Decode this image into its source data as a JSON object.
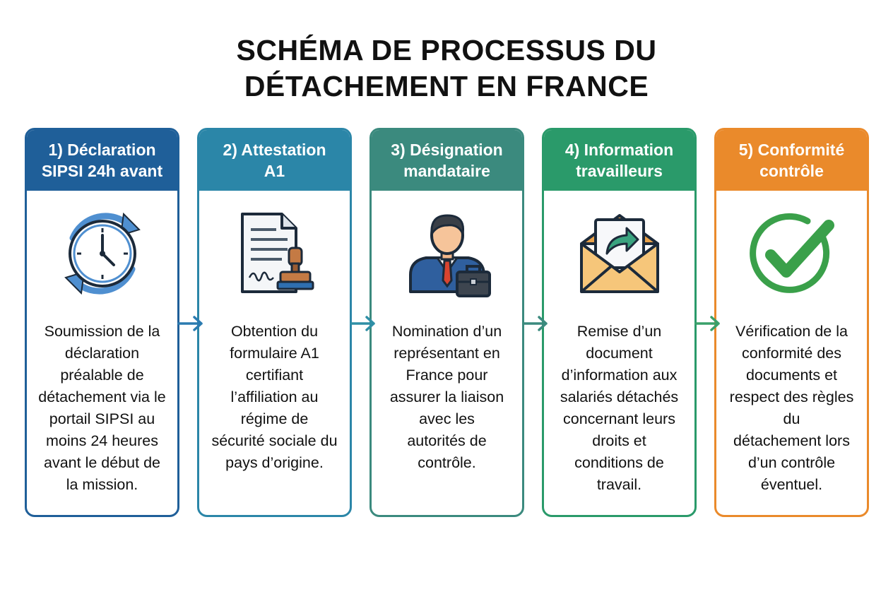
{
  "title": {
    "line1": "SCHÉMA DE PROCESSUS DU",
    "line2": "DÉTACHEMENT EN FRANCE"
  },
  "colors": {
    "step1": "#1f5f99",
    "step2": "#2b86a8",
    "step3": "#3b8a7e",
    "step4": "#2a9a6a",
    "step5": "#ea8a2b"
  },
  "steps": [
    {
      "header": [
        "1) Déclaration",
        "SIPSI 24h avant"
      ],
      "icon": "clock-refresh-icon",
      "text": [
        "Soumission de la",
        "déclaration",
        "préalable de",
        "détachement via le",
        "portail SIPSI au",
        "moins 24 heures",
        "avant le début de",
        "la mission."
      ]
    },
    {
      "header": [
        "2) Attestation",
        "A1"
      ],
      "icon": "document-stamp-icon",
      "text": [
        "Obtention du",
        "formulaire A1",
        "certifiant",
        "l’affiliation au",
        "régime de",
        "sécurité sociale du",
        "pays d’origine."
      ]
    },
    {
      "header": [
        "3) Désignation",
        "mandataire"
      ],
      "icon": "businessman-briefcase-icon",
      "text": [
        "Nomination d’un",
        "représentant en",
        "France pour",
        "assurer la liaison",
        "avec les",
        "autorités de",
        "contrôle."
      ]
    },
    {
      "header": [
        "4) Information",
        "travailleurs"
      ],
      "icon": "envelope-arrow-icon",
      "text": [
        "Remise d’un",
        "document",
        "d’information aux",
        "salariés détachés",
        "concernant leurs",
        "droits et",
        "conditions de",
        "travail."
      ]
    },
    {
      "header": [
        "5) Conformité",
        "contrôle"
      ],
      "icon": "check-circle-icon",
      "text": [
        "Vérification de la",
        "conformité des",
        "documents et",
        "respect des règles",
        "du",
        "détachement lors",
        "d’un contrôle",
        "éventuel."
      ]
    }
  ]
}
